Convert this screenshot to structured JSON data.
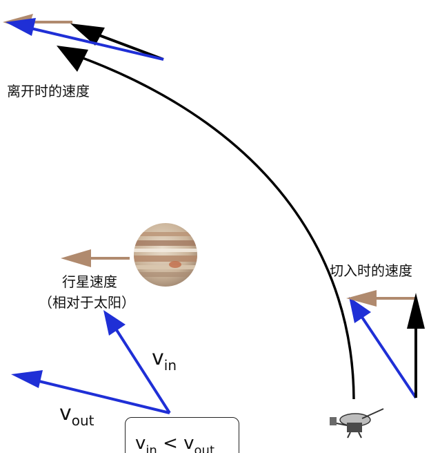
{
  "labels": {
    "departure_velocity": "离开时的速度",
    "arrival_velocity": "切入时的速度",
    "planet_velocity_line1": "行星速度",
    "planet_velocity_line2": "（相对于太阳）"
  },
  "vectors": {
    "v_in_symbol": "v",
    "v_in_subscript": "in",
    "v_out_symbol": "v",
    "v_out_subscript": "out"
  },
  "comparison": {
    "left_symbol": "v",
    "left_subscript": "in",
    "operator": "<",
    "right_symbol": "v",
    "right_subscript": "out"
  },
  "colors": {
    "trajectory": "#000000",
    "planet_velocity": "#b08a6e",
    "spacecraft_velocity": "#1f2fd6",
    "relative_velocity": "#000000"
  },
  "icons": {
    "planet": "jupiter-icon",
    "spacecraft": "spacecraft-icon"
  }
}
